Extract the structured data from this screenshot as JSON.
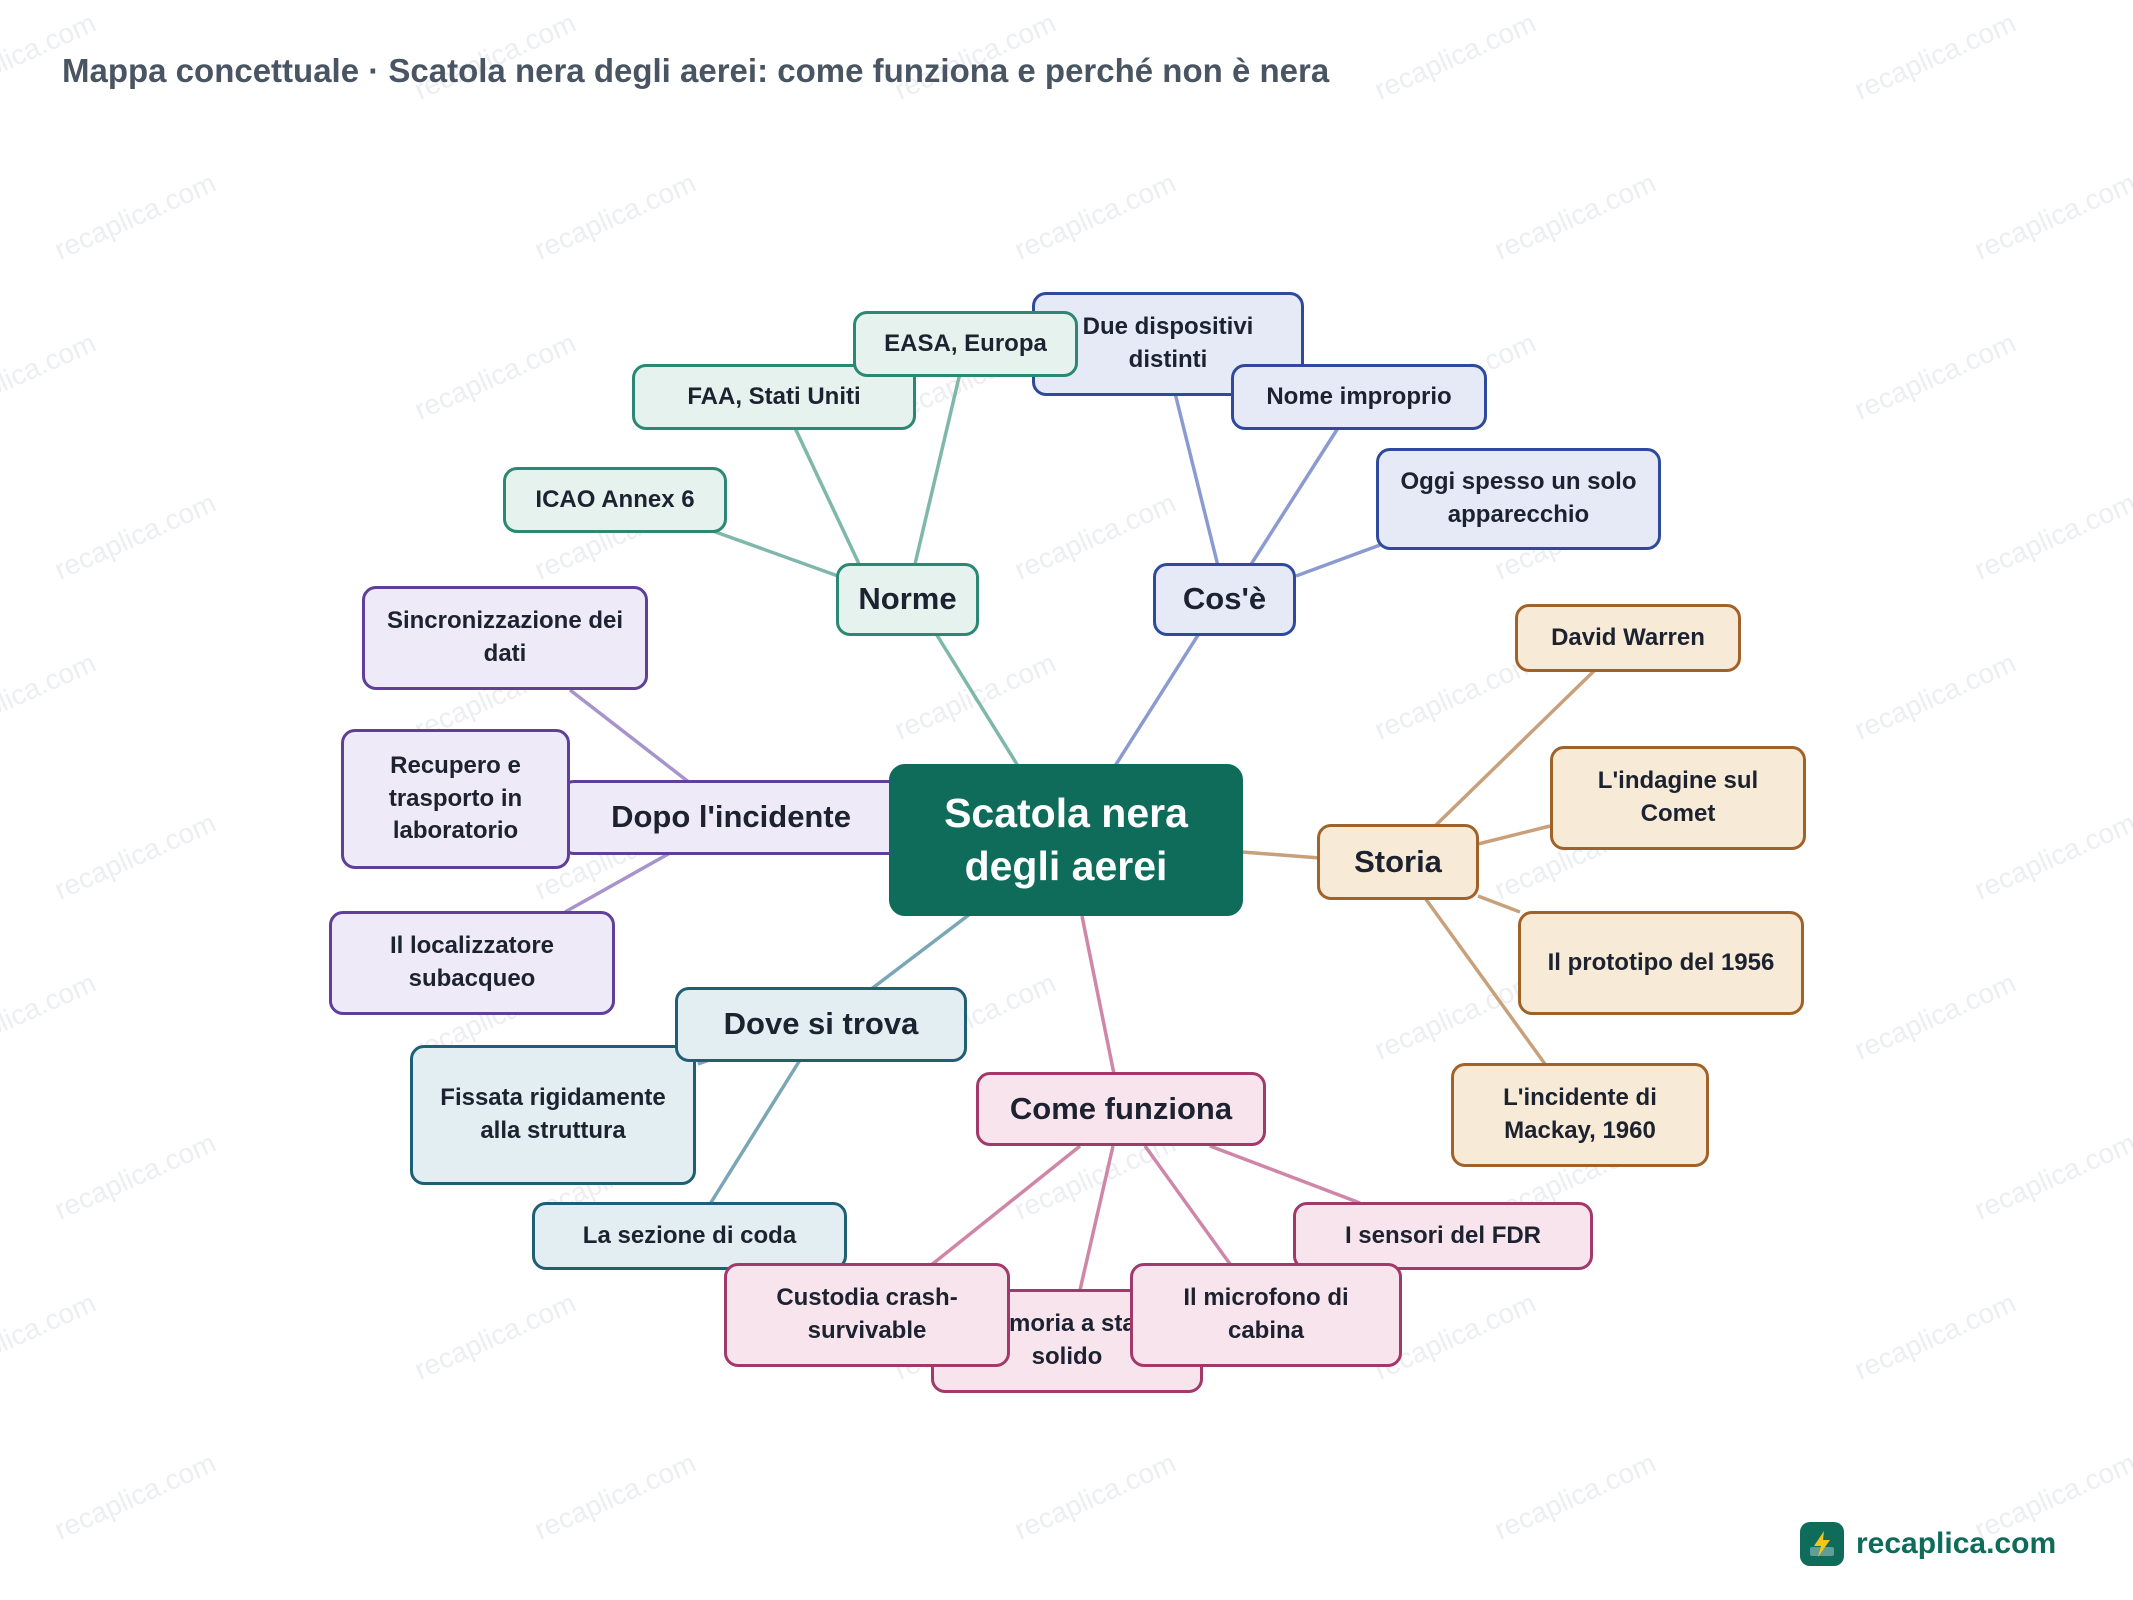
{
  "title": "Mappa concettuale · Scatola nera degli aerei: come funziona e perché non è nera",
  "watermark_text": "recaplica.com",
  "center": {
    "label": "Scatola nera degli aerei"
  },
  "branches": {
    "norme": {
      "label": "Norme",
      "children": [
        "ICAO Annex 6",
        "FAA, Stati Uniti",
        "EASA, Europa"
      ]
    },
    "cose": {
      "label": "Cos'è",
      "children": [
        "Due dispositivi distinti",
        "Nome improprio",
        "Oggi spesso un solo apparecchio"
      ]
    },
    "storia": {
      "label": "Storia",
      "children": [
        "David Warren",
        "L'indagine sul Comet",
        "Il prototipo del 1956",
        "L'incidente di Mackay, 1960"
      ]
    },
    "dopo": {
      "label": "Dopo l'incidente",
      "children": [
        "Sincronizzazione dei dati",
        "Recupero e trasporto in laboratorio",
        "Il localizzatore subacqueo"
      ]
    },
    "dove": {
      "label": "Dove si trova",
      "children": [
        "Fissata rigidamente alla struttura",
        "La sezione di coda"
      ]
    },
    "come": {
      "label": "Come funziona",
      "children": [
        "I sensori del FDR",
        "Il microfono di cabina",
        "Memoria a stato solido",
        "Custodia crash-survivable"
      ]
    }
  },
  "colors": {
    "center": "#0f6b5a",
    "norme": "#2a8873",
    "cose": "#2f4a9c",
    "storia": "#a1622a",
    "dopo": "#5f3f99",
    "dove": "#1f5f73",
    "come": "#a3386b"
  },
  "logo": {
    "text": "recaplica.com",
    "icon": "lightning-bolt-icon"
  }
}
